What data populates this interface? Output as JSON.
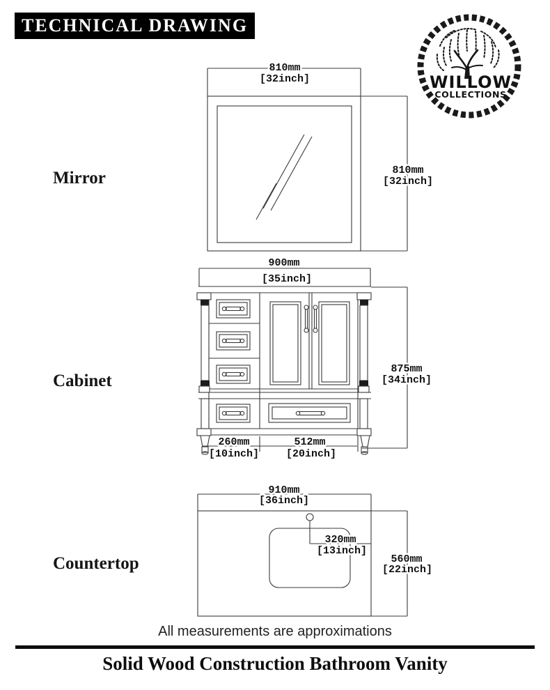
{
  "header": {
    "title": "TECHNICAL DRAWING"
  },
  "logo": {
    "name": "WILLOW",
    "subname": "COLLECTIONS",
    "icon": "willow-tree-icon"
  },
  "mirror": {
    "label": "Mirror",
    "width_mm": "810mm",
    "width_in": "[32inch]",
    "height_mm": "810mm",
    "height_in": "[32inch]"
  },
  "cabinet": {
    "label": "Cabinet",
    "width_mm": "900mm",
    "width_in": "[35inch]",
    "height_mm": "875mm",
    "height_in": "[34inch]",
    "drawer_section_mm": "260mm",
    "drawer_section_in": "[10inch]",
    "door_section_mm": "512mm",
    "door_section_in": "[20inch]"
  },
  "countertop": {
    "label": "Countertop",
    "width_mm": "910mm",
    "width_in": "[36inch]",
    "depth_mm": "560mm",
    "depth_in": "[22inch]",
    "faucet_offset_mm": "320mm",
    "faucet_offset_in": "[13inch]"
  },
  "footer": {
    "note": "All measurements are approximations",
    "title": "Solid Wood Construction Bathroom Vanity"
  },
  "colors": {
    "line": "#3a3a3a",
    "ink": "#111111",
    "header_bg": "#000000",
    "header_text": "#ffffff",
    "background": "#ffffff"
  }
}
